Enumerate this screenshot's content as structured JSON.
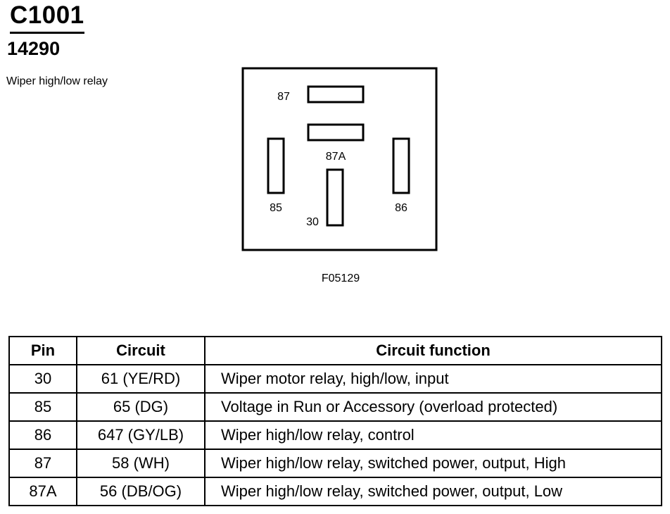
{
  "header": {
    "connector_id": "C1001",
    "part_number": "14290",
    "description": "Wiper high/low relay"
  },
  "diagram": {
    "pin_labels": {
      "p87": "87",
      "p87a": "87A",
      "p85": "85",
      "p86": "86",
      "p30": "30"
    },
    "figure_id": "F05129"
  },
  "table": {
    "headers": [
      "Pin",
      "Circuit",
      "Circuit function"
    ],
    "rows": [
      {
        "pin": "30",
        "circuit": "61 (YE/RD)",
        "function": "Wiper motor relay, high/low, input"
      },
      {
        "pin": "85",
        "circuit": "65 (DG)",
        "function": "Voltage in Run or Accessory (overload protected)"
      },
      {
        "pin": "86",
        "circuit": "647 (GY/LB)",
        "function": "Wiper high/low relay, control"
      },
      {
        "pin": "87",
        "circuit": "58 (WH)",
        "function": "Wiper high/low relay, switched power, output, High"
      },
      {
        "pin": "87A",
        "circuit": "56 (DB/OG)",
        "function": "Wiper high/low relay, switched power, output, Low"
      }
    ]
  }
}
